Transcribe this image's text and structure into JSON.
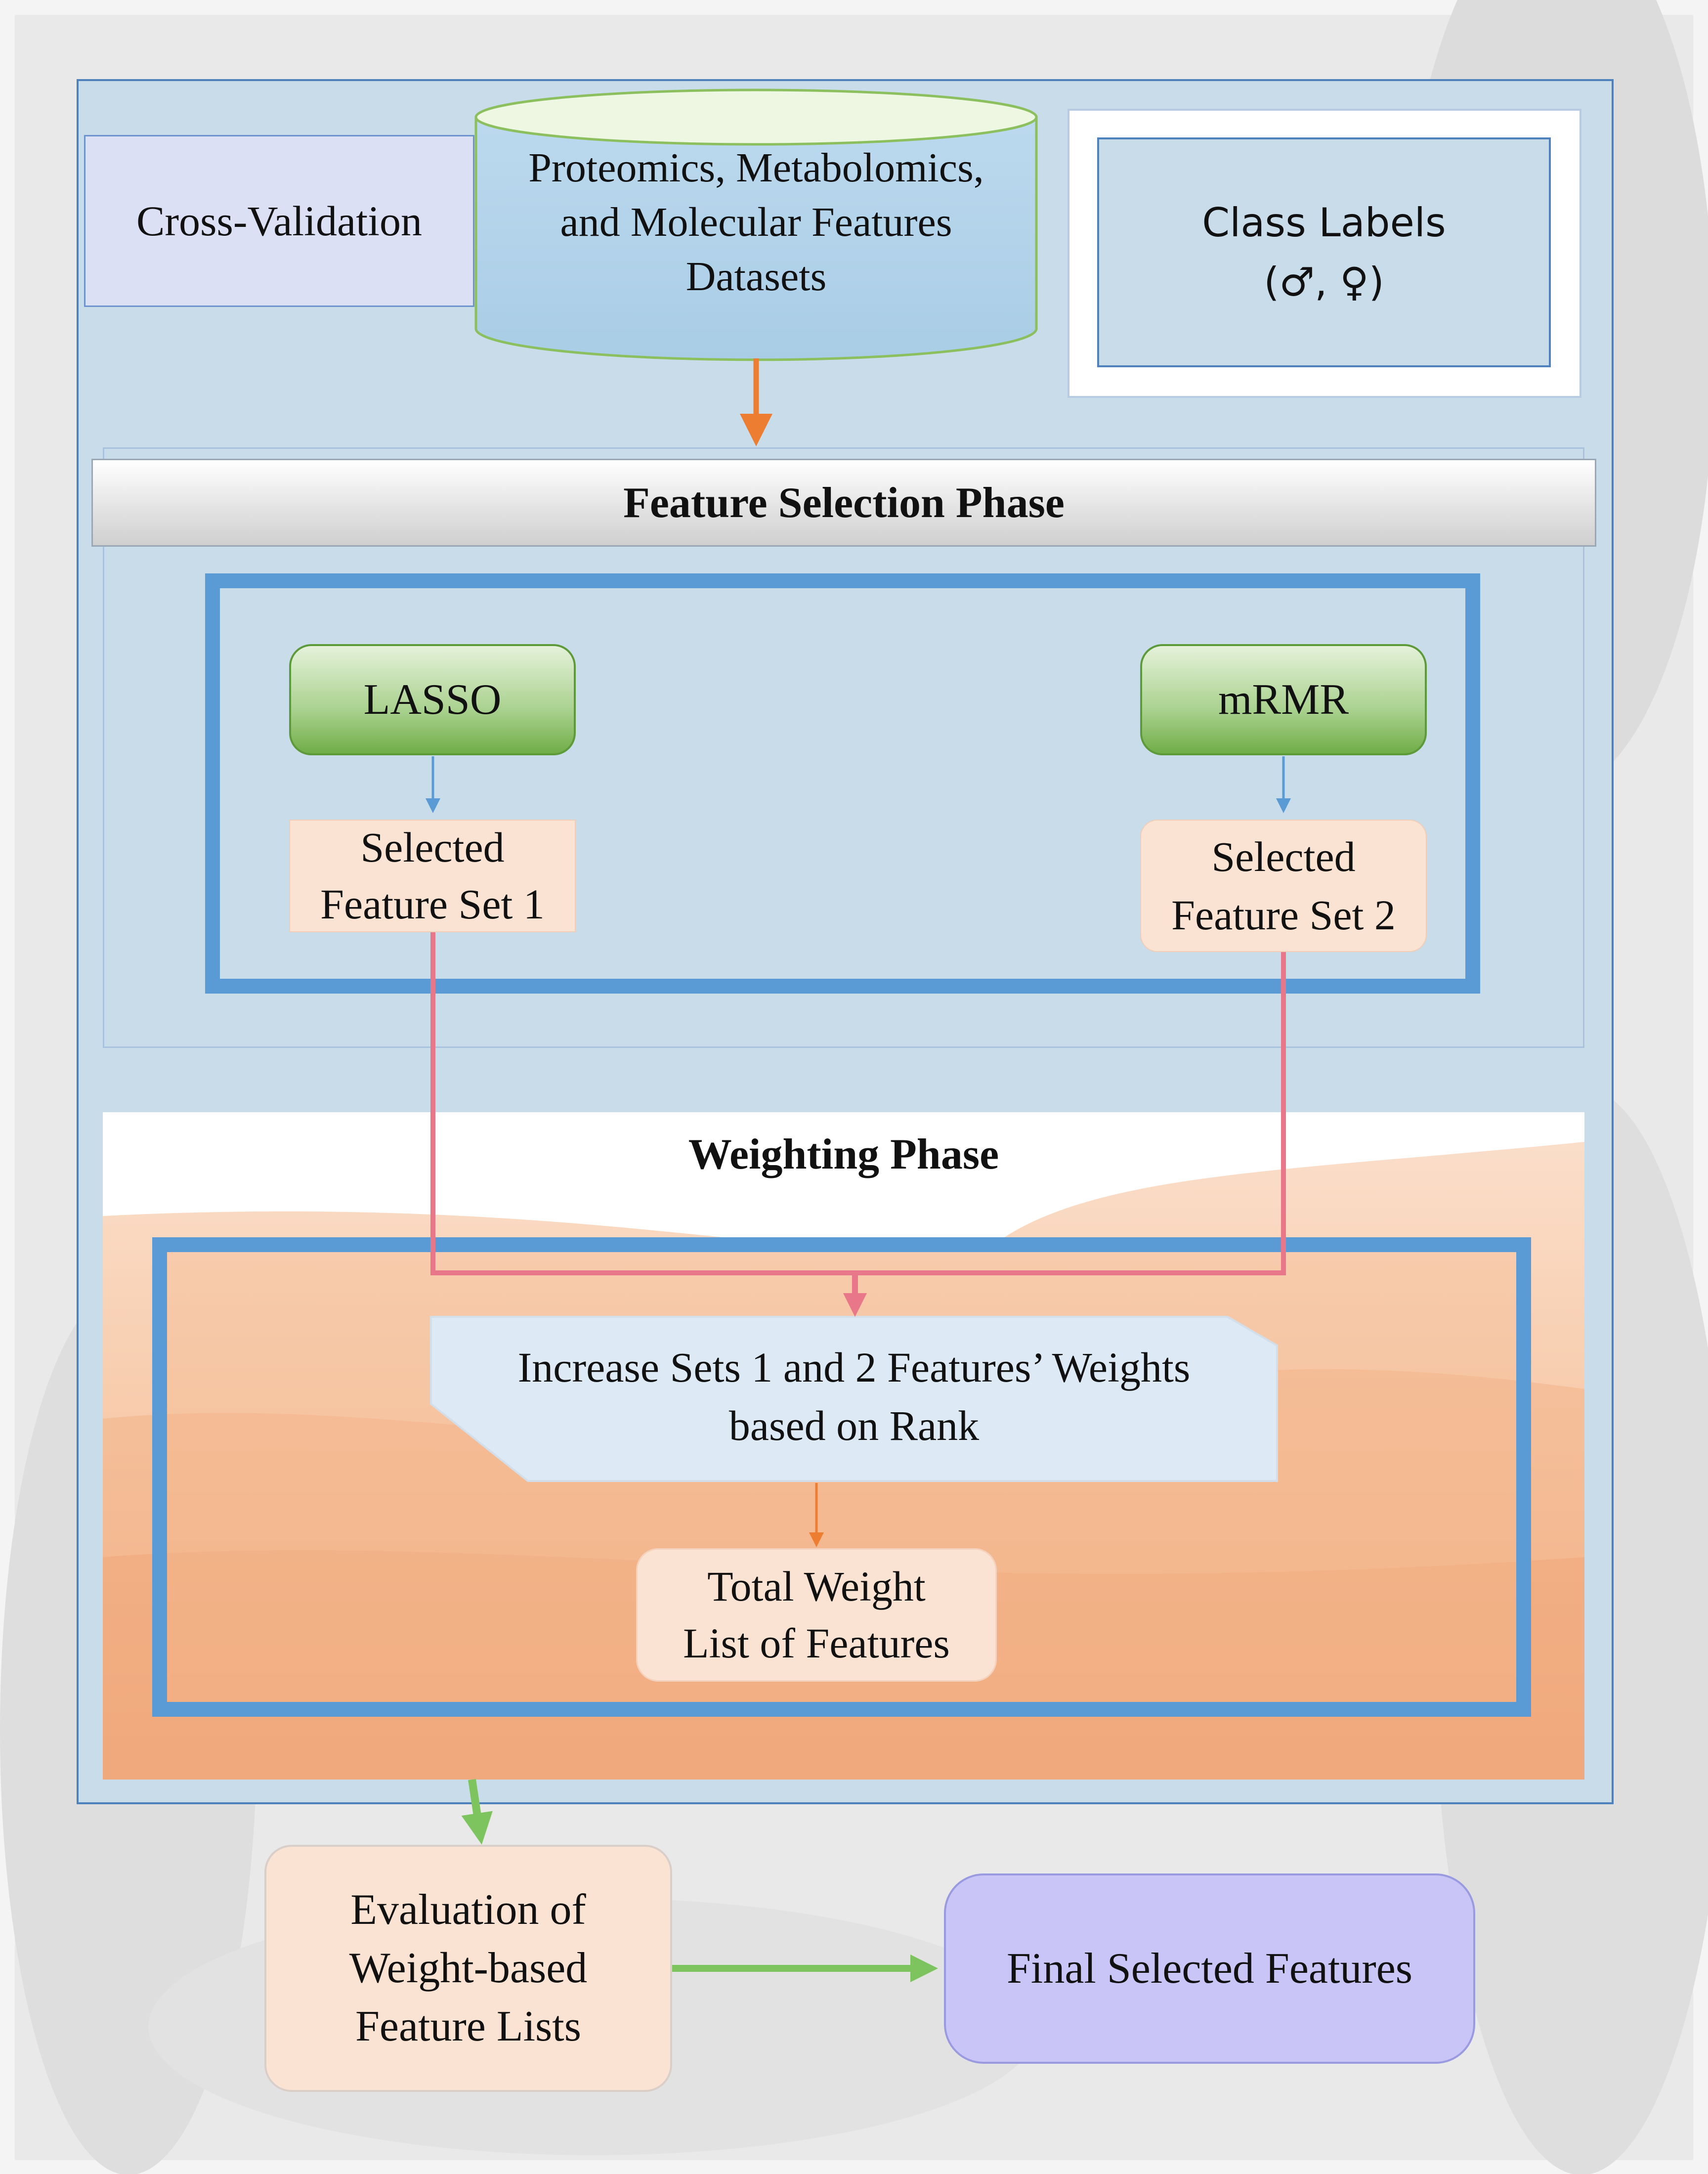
{
  "inputs": {
    "cross_validation": "Cross-Validation",
    "datasets": [
      "Proteomics, Metabolomics,",
      "and Molecular Features",
      "Datasets"
    ],
    "class_labels": [
      "Class Labels",
      "(♂, ♀)"
    ]
  },
  "feature_selection": {
    "title": "Feature Selection Phase",
    "lasso": "LASSO",
    "mrmr": "mRMR",
    "set1": [
      "Selected",
      "Feature Set 1"
    ],
    "set2": [
      "Selected",
      "Feature Set 2"
    ]
  },
  "weighting": {
    "title": "Weighting Phase",
    "increase": [
      "Increase Sets 1 and 2 Features’ Weights",
      "based on Rank"
    ],
    "total": [
      "Total Weight",
      "List of Features"
    ]
  },
  "evaluation": [
    "Evaluation of",
    "Weight-based",
    "Feature Lists"
  ],
  "final": "Final Selected Features",
  "colors": {
    "frame_blue": "#5b9bd5",
    "green": "#70ad47",
    "orange_arrow": "#ed7d31",
    "pink_line": "#e8778a",
    "peach": "#fbe3d3",
    "lavender": "#c9c5f7"
  }
}
